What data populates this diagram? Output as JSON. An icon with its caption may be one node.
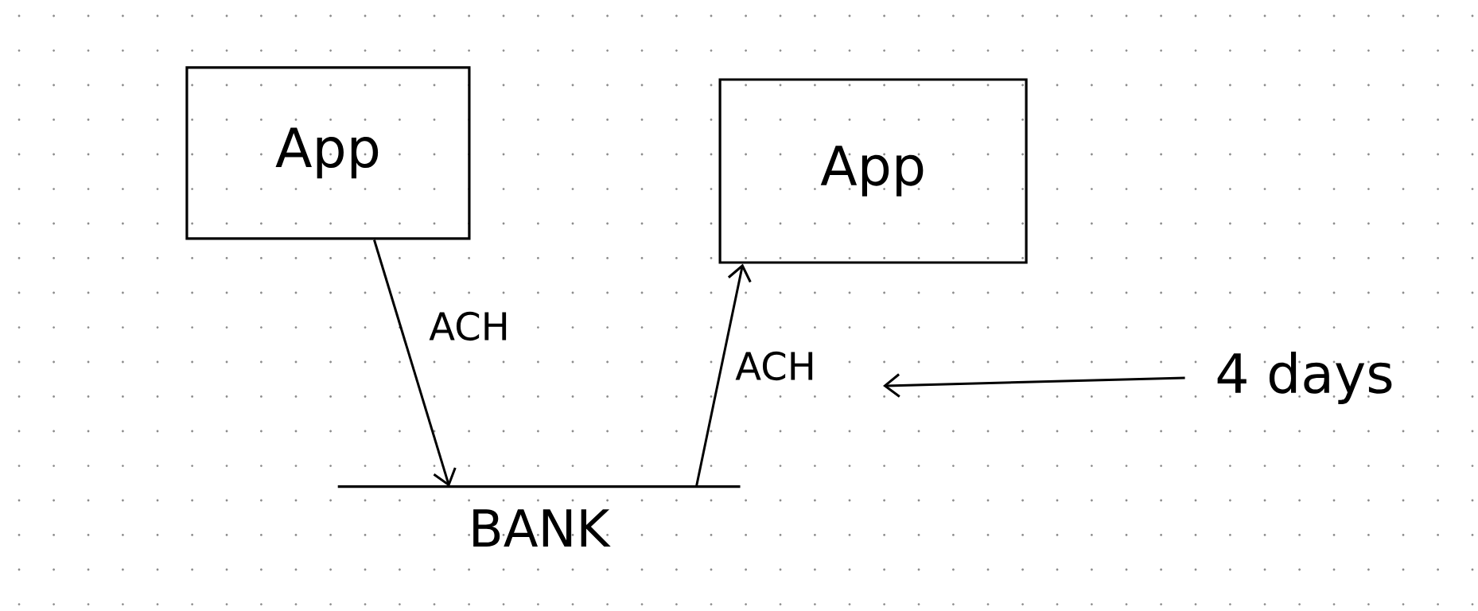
{
  "diagram": {
    "nodes": [
      {
        "text": [
          "App"
        ]
      },
      {
        "text": [
          "App"
        ]
      },
      {
        "text": [
          "BANK"
        ]
      },
      {
        "text": [
          "4 days"
        ]
      }
    ],
    "edges": [
      {
        "from": 0,
        "to": 2,
        "arrow": "to",
        "label": "ACH"
      },
      {
        "from": 2,
        "to": 1,
        "arrow": "to",
        "label": "ACH"
      },
      {
        "from": 3,
        "to": null,
        "arrow": "to"
      }
    ]
  }
}
